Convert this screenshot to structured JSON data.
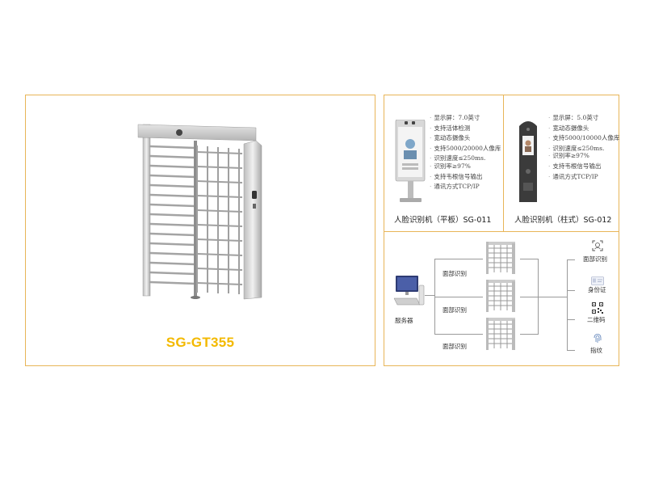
{
  "product": {
    "model": "SG-GT355"
  },
  "devices": [
    {
      "caption": "人脸识别机（平板）SG-011",
      "specs": [
        "显示屏：7.0英寸",
        "支持活体检测",
        "宽动态摄像头",
        "支持5000/20000人像库",
        "识别速度≤250ms.",
        "识别率≥97%",
        "支持韦根信号输出",
        "通讯方式TCP/IP"
      ]
    },
    {
      "caption": "人脸识别机（柱式）SG-012",
      "specs": [
        "显示屏：5.0英寸",
        "宽动态摄像头",
        "支持5000/10000人像库",
        "识别速度≤250ms.",
        "识别率≥97%",
        "支持韦根信号输出",
        "通讯方式TCP/IP"
      ]
    }
  ],
  "network": {
    "server_label": "服务器",
    "face_labels": [
      "面部识别",
      "面部识别",
      "面部识别"
    ],
    "methods": [
      "面部识别",
      "身份证",
      "二维码",
      "指纹"
    ]
  },
  "colors": {
    "frame": "#e8b558",
    "model_label": "#f3b900"
  }
}
